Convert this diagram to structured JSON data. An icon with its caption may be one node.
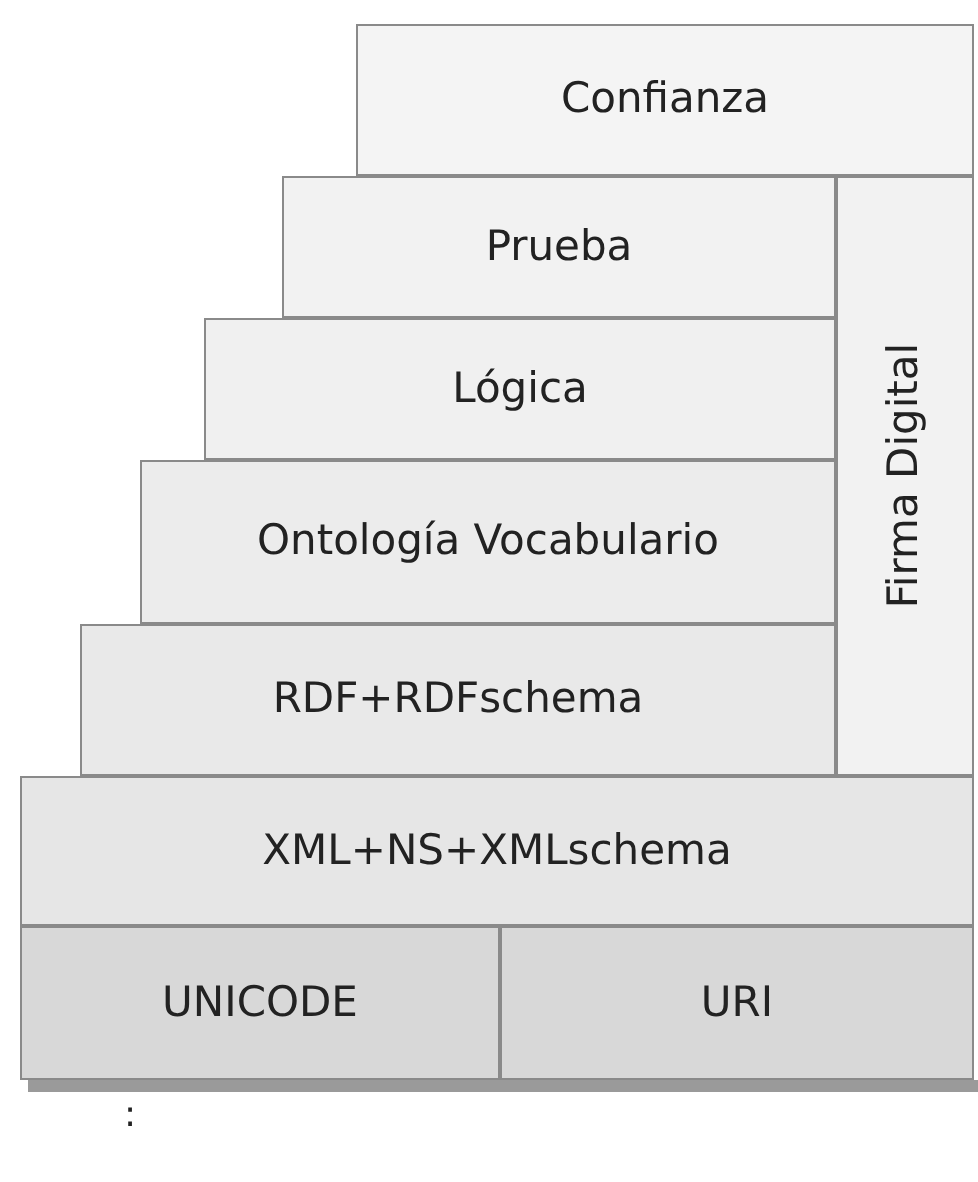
{
  "diagram": {
    "nodes": [
      {
        "text": [
          "Confianza"
        ]
      },
      {
        "text": [
          "Prueba"
        ]
      },
      {
        "text": [
          "Firma Digital"
        ]
      },
      {
        "text": [
          "Lógica"
        ]
      },
      {
        "text": [
          "Ontología Vocabulario"
        ]
      },
      {
        "text": [
          "RDF+RDFschema"
        ]
      },
      {
        "text": [
          "XML+NS+XMLschema"
        ]
      },
      {
        "text": [
          "UNICODE"
        ]
      },
      {
        "text": [
          "URI"
        ]
      }
    ],
    "labels": [
      ":"
    ]
  }
}
